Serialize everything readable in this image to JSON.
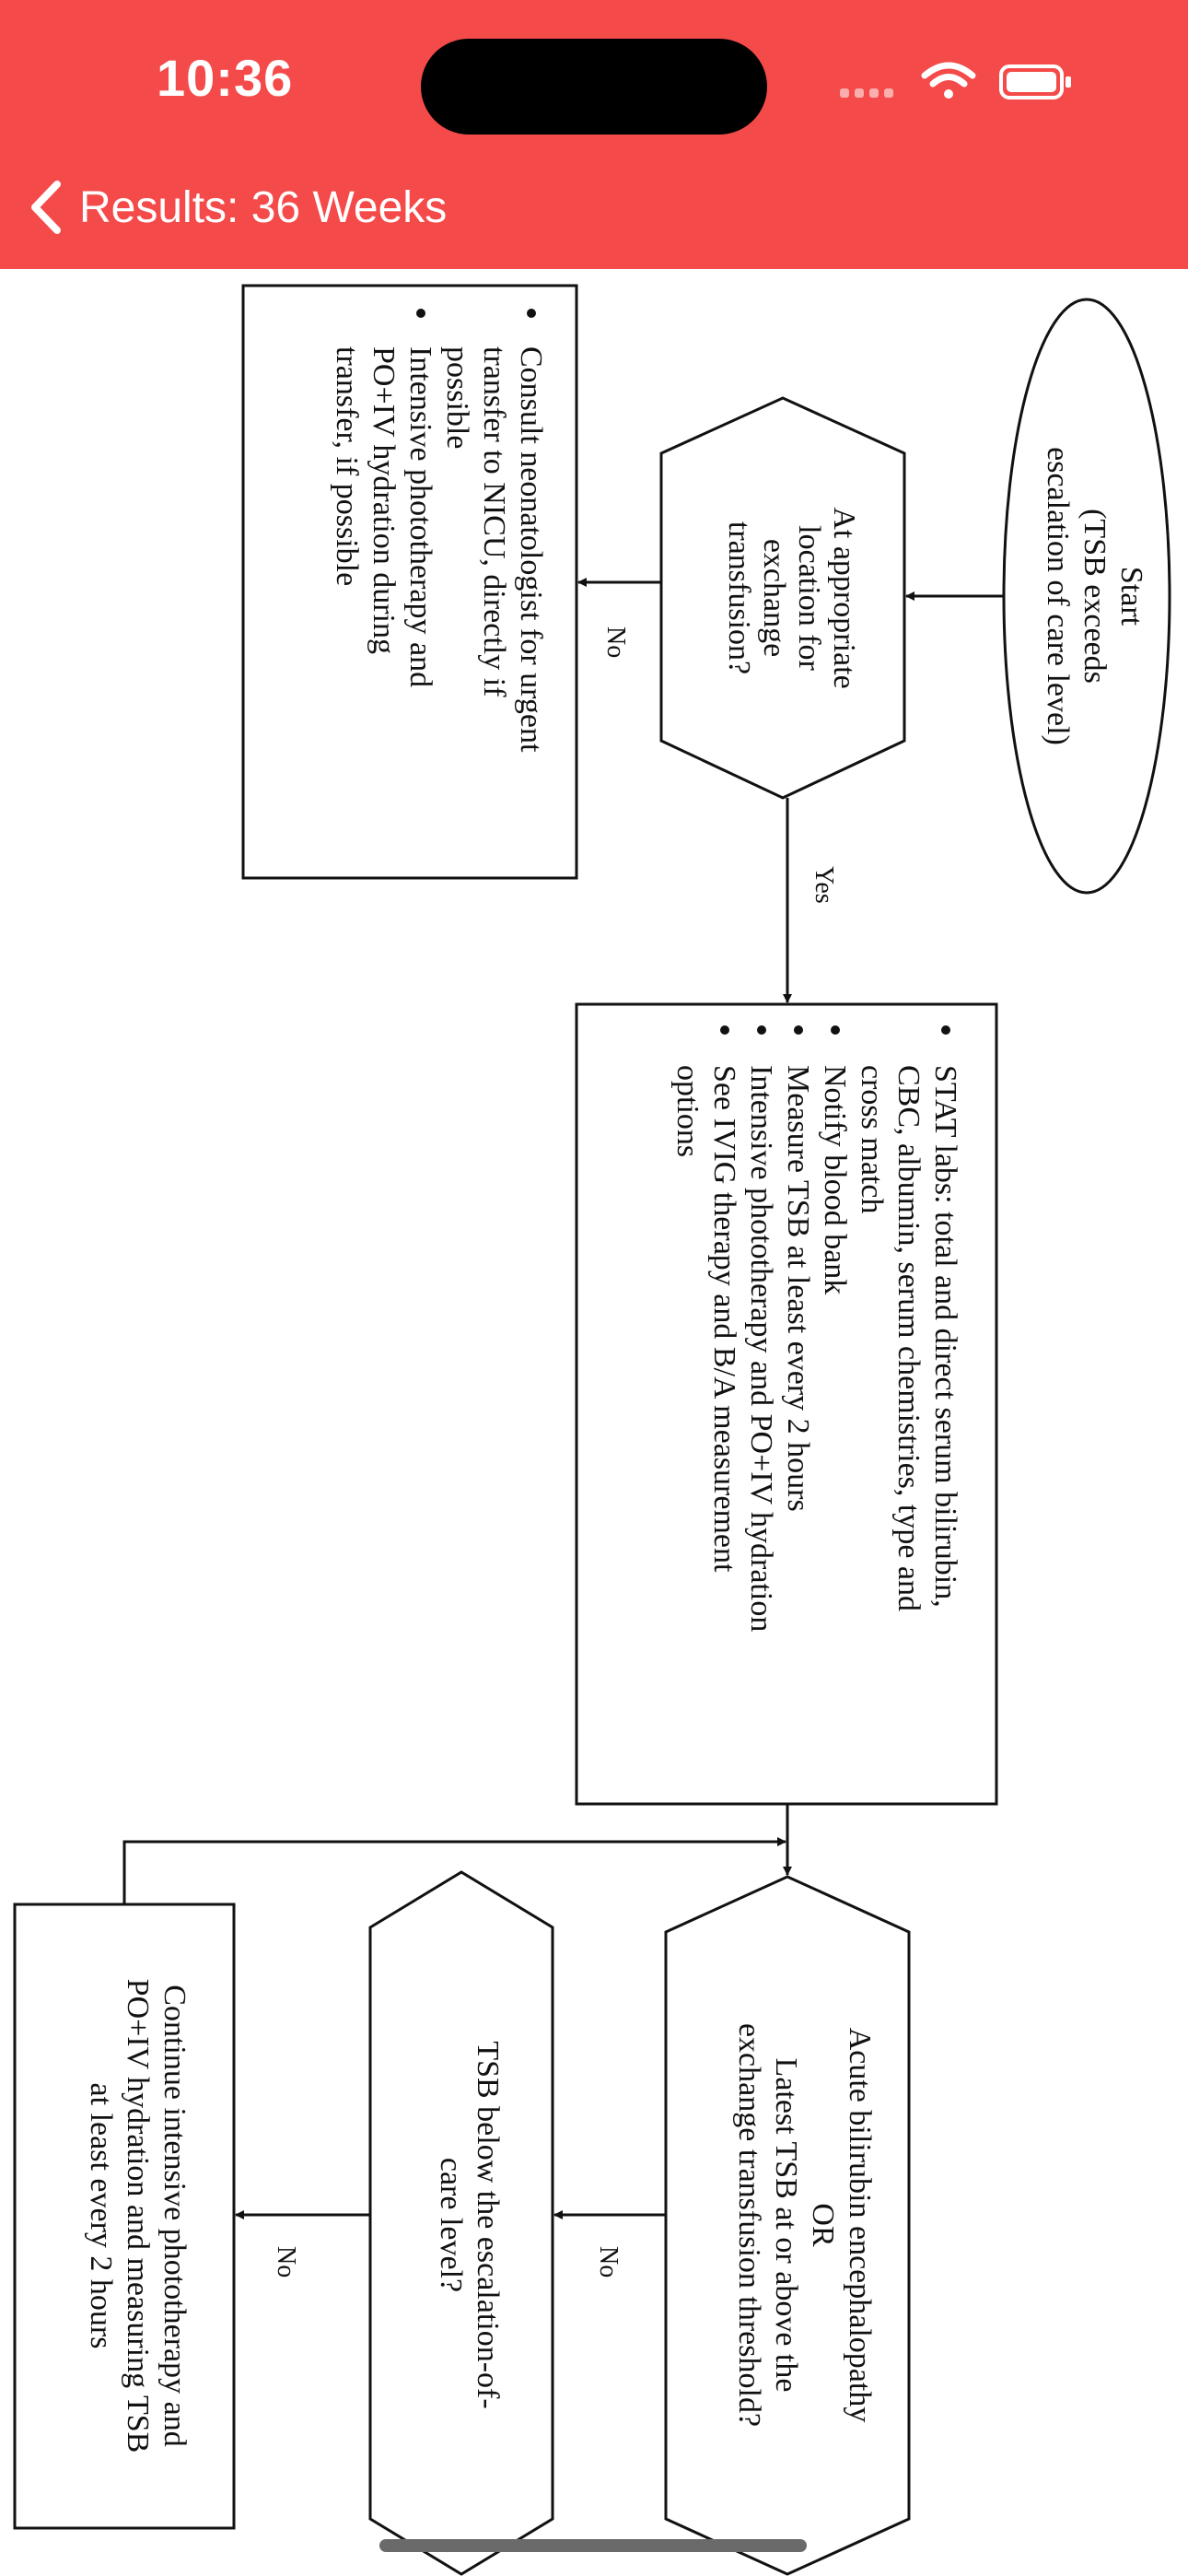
{
  "status_bar": {
    "time": "10:36",
    "icons": [
      "cellular-signal-icon",
      "wifi-icon",
      "battery-icon"
    ]
  },
  "nav": {
    "back_icon": "chevron-left-icon",
    "back_label": "Results: 36 Weeks"
  },
  "colors": {
    "header_bg": "#f44b4a",
    "header_text": "#ffffff",
    "diagram_stroke": "#111111"
  },
  "flowchart": {
    "start": [
      "Start",
      "(TSB exceeds",
      "escalation of care level)"
    ],
    "decision_location": [
      "At appropriate",
      "location for",
      "exchange",
      "transfusion?"
    ],
    "label_no_1": "No",
    "label_yes_1": "Yes",
    "box_no_location": [
      "Consult neonatologist for urgent",
      "transfer to NICU, directly if",
      "possible",
      "Intensive phototherapy and",
      "PO+IV hydration during",
      "transfer, if possible"
    ],
    "box_yes_location": [
      "STAT labs: total and direct serum bilirubin,",
      "CBC, albumin, serum chemistries, type and",
      "cross match",
      "Notify blood bank",
      "Measure TSB at least every 2 hours",
      "Intensive phototherapy and PO+IV hydration",
      "See IVIG therapy and B/A measurement",
      "options"
    ],
    "decision_encephalopathy": [
      "Acute bilirubin encephalopathy",
      "OR",
      "Latest TSB at or above the",
      "exchange transfusion threshold?"
    ],
    "label_no_2": "No",
    "decision_below": [
      "TSB below the escalation-of-",
      "care level?"
    ],
    "label_no_3": "No",
    "box_continue": [
      "Continue intensive phototherapy and",
      "PO+IV hydration and measuring TSB",
      "at least every 2 hours"
    ]
  }
}
